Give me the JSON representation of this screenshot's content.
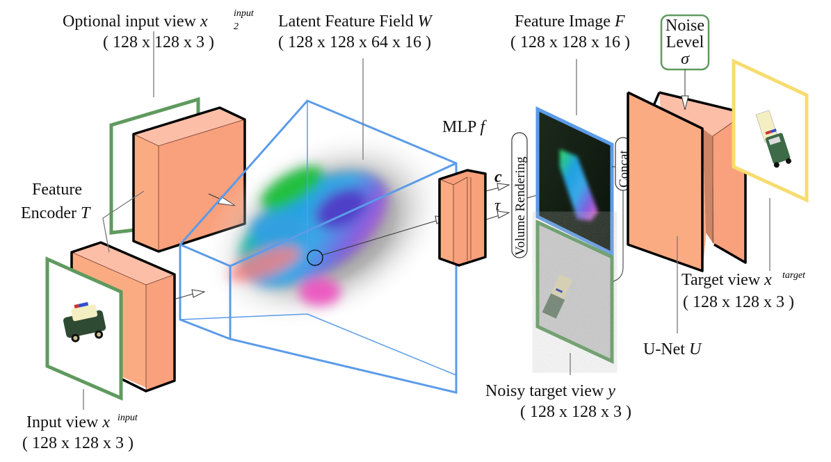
{
  "colors": {
    "orange_front": "#f9a07c",
    "orange_side": "#fbab82",
    "orange_top": "#fdbea7",
    "orange_dark": "#cc8566",
    "blue": "#5b9be8",
    "green": "#5f9a5e",
    "yellow": "#f7dc6f"
  },
  "labels": {
    "optional_input": {
      "text": "Optional input view ",
      "var": "x",
      "sup": "input",
      "sub": "2",
      "dims": "( 128 x 128 x 3 )"
    },
    "latent_field": {
      "text": "Latent Feature Field ",
      "var": "W",
      "dims": "( 128 x 128 x 64 x 16 )"
    },
    "feature_image": {
      "text": "Feature Image ",
      "var": "F",
      "dims": "( 128 x 128 x 16 )"
    },
    "noise_level": {
      "line1": "Noise",
      "line2": "Level",
      "var": "σ"
    },
    "feature_encoder": {
      "line1": "Feature",
      "line2": "Encoder ",
      "var": "T"
    },
    "mlp": {
      "text": "MLP ",
      "var": "f"
    },
    "mlp_outputs": {
      "c": "c",
      "tau": "τ"
    },
    "volume_rendering": "Volume Rendering",
    "concat": "Concat",
    "target_view": {
      "text": "Target view ",
      "var": "x",
      "sup": "target",
      "dims": "( 128 x 128 x 3 )"
    },
    "unet": {
      "text": "U-Net ",
      "var": "U"
    },
    "noisy_target": {
      "text": "Noisy target view ",
      "var": "y",
      "dims": "( 128 x 128 x 3 )"
    },
    "input_view": {
      "text": "Input view ",
      "var": "x",
      "sup": "input",
      "dims": "( 128 x 128 x 3 )"
    }
  }
}
